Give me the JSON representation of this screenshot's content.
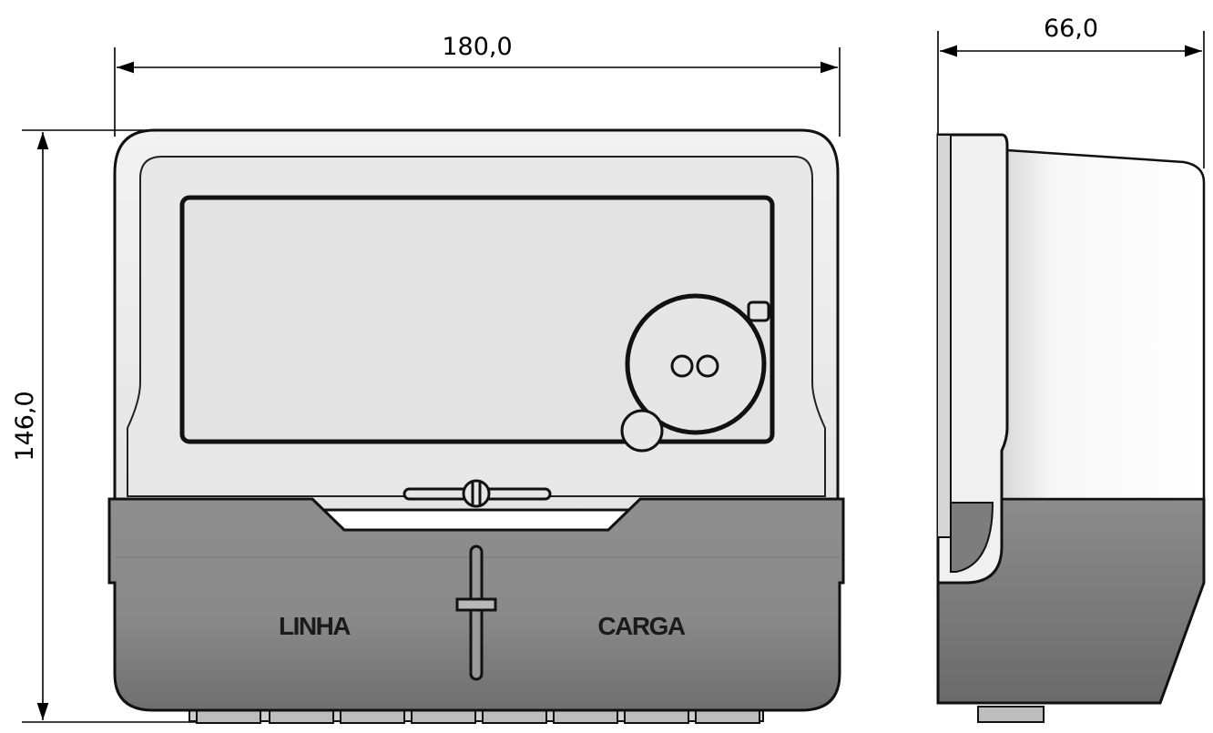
{
  "dimensions": {
    "width": "180,0",
    "height": "146,0",
    "depth": "66,0"
  },
  "labels": {
    "left_terminal": "LINHA",
    "right_terminal": "CARGA"
  },
  "colors": {
    "body_light": "#e6e6e6",
    "body_white": "#f4f4f4",
    "cover_gray": "#8a8a8a",
    "cover_dark": "#6e6e6e",
    "outline": "#111111",
    "display_window": "#e3e3e3"
  },
  "views": [
    "front-view",
    "side-view"
  ]
}
